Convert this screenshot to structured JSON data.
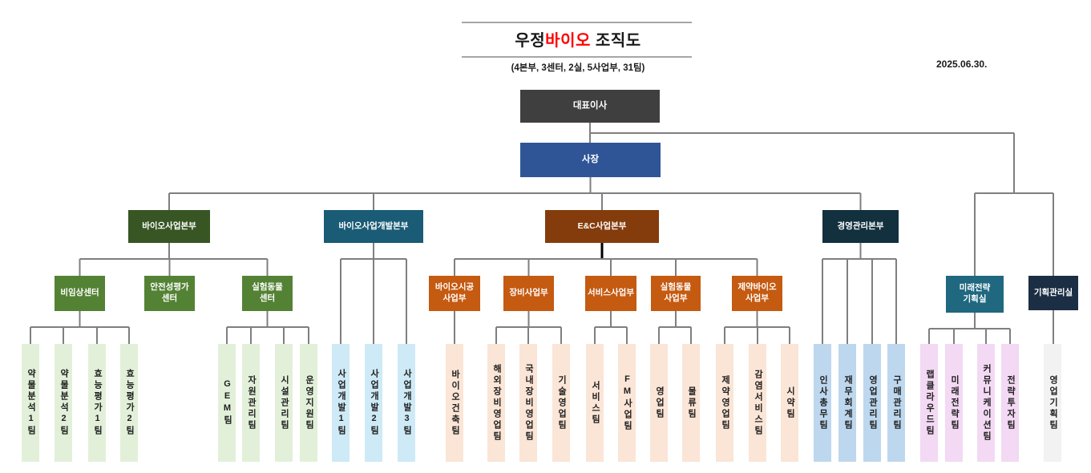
{
  "header": {
    "title_pre": "우정",
    "title_accent": "바이오",
    "title_post": " 조직도",
    "subtitle": "(4본부, 3센터, 2실, 5사업부, 31팀)",
    "date": "2025.06.30."
  },
  "palette": {
    "accent_red": "#FF0000",
    "rule_gray": "#A6A6A6",
    "connector_gray": "#7F7F7F",
    "connector_black": "#000000",
    "roles": {
      "root": {
        "bg": "#3F3F3F",
        "fg": "#FFFFFF"
      },
      "president": {
        "bg": "#2F5597",
        "fg": "#FFFFFF"
      },
      "div-green": {
        "bg": "#375623",
        "fg": "#FFFFFF"
      },
      "div-teal": {
        "bg": "#1A5B75",
        "fg": "#FFFFFF"
      },
      "div-rust": {
        "bg": "#843C0C",
        "fg": "#FFFFFF"
      },
      "div-navy": {
        "bg": "#12303E",
        "fg": "#FFFFFF"
      },
      "center-green": {
        "bg": "#548235",
        "fg": "#FFFFFF"
      },
      "biz-orange": {
        "bg": "#C55A11",
        "fg": "#FFFFFF"
      },
      "office-teal": {
        "bg": "#1F6880",
        "fg": "#FFFFFF"
      },
      "office-navy": {
        "bg": "#1B2E44",
        "fg": "#FFFFFF"
      },
      "team-green": {
        "bg": "#E2F0D9",
        "fg": "#1F1F1F"
      },
      "team-cyan": {
        "bg": "#CDEAF6",
        "fg": "#1F1F1F"
      },
      "team-peach": {
        "bg": "#FBE5D6",
        "fg": "#1F1F1F"
      },
      "team-blue": {
        "bg": "#BDD7EE",
        "fg": "#1F1F1F"
      },
      "team-pink": {
        "bg": "#F3D9F3",
        "fg": "#1F1F1F"
      },
      "team-gray": {
        "bg": "#F2F2F2",
        "fg": "#1F1F1F"
      }
    }
  },
  "org": {
    "nodes": {
      "ceo": {
        "label": "대표이사",
        "role": "root",
        "children": [
          "pres",
          "o_future",
          "o_plan"
        ]
      },
      "pres": {
        "label": "사장",
        "role": "president",
        "children": [
          "d_bio",
          "d_biodev",
          "d_enc",
          "d_mgmt"
        ]
      },
      "d_bio": {
        "label": "바이오사업본부",
        "role": "div-green",
        "children": [
          "c_nonclin",
          "c_safety",
          "c_animal"
        ]
      },
      "d_biodev": {
        "label": "바이오사업개발본부",
        "role": "div-teal",
        "children": [
          "t9",
          "t10",
          "t11"
        ]
      },
      "d_enc": {
        "label": "E&C사업본부",
        "role": "div-rust",
        "children": [
          "b_bioconst",
          "b_equip",
          "b_service",
          "b_labanimal",
          "b_pharmabio"
        ]
      },
      "d_mgmt": {
        "label": "경영관리본부",
        "role": "div-navy",
        "children": [
          "t23",
          "t24",
          "t25",
          "t26"
        ]
      },
      "c_nonclin": {
        "label": "비임상센터",
        "role": "center-green",
        "children": [
          "t1",
          "t2",
          "t3",
          "t4"
        ]
      },
      "c_safety": {
        "label": "안전성평가\n센터",
        "role": "center-green",
        "children": []
      },
      "c_animal": {
        "label": "실험동물\n센터",
        "role": "center-green",
        "children": [
          "t5",
          "t6",
          "t7",
          "t8"
        ]
      },
      "b_bioconst": {
        "label": "바이오시공\n사업부",
        "role": "biz-orange",
        "children": [
          "t12"
        ]
      },
      "b_equip": {
        "label": "장비사업부",
        "role": "biz-orange",
        "children": [
          "t13",
          "t14",
          "t15"
        ]
      },
      "b_service": {
        "label": "서비스사업부",
        "role": "biz-orange",
        "children": [
          "t16",
          "t17"
        ]
      },
      "b_labanimal": {
        "label": "실험동물\n사업부",
        "role": "biz-orange",
        "children": [
          "t18",
          "t19"
        ]
      },
      "b_pharmabio": {
        "label": "제약바이오\n사업부",
        "role": "biz-orange",
        "children": [
          "t20",
          "t21",
          "t22"
        ]
      },
      "o_future": {
        "label": "미래전략\n기획실",
        "role": "office-teal",
        "children": [
          "t27",
          "t28",
          "t29",
          "t30"
        ]
      },
      "o_plan": {
        "label": "기획관리실",
        "role": "office-navy",
        "children": [
          "t31"
        ]
      },
      "t1": {
        "label": "약물분석1팀",
        "role": "team-green"
      },
      "t2": {
        "label": "약물분석2팀",
        "role": "team-green"
      },
      "t3": {
        "label": "효능평가1팀",
        "role": "team-green"
      },
      "t4": {
        "label": "효능평가2팀",
        "role": "team-green"
      },
      "t5": {
        "label": "GEM팀",
        "role": "team-green"
      },
      "t6": {
        "label": "자원관리팀",
        "role": "team-green"
      },
      "t7": {
        "label": "시설관리팀",
        "role": "team-green"
      },
      "t8": {
        "label": "운영지원팀",
        "role": "team-green"
      },
      "t9": {
        "label": "사업개발1팀",
        "role": "team-cyan"
      },
      "t10": {
        "label": "사업개발2팀",
        "role": "team-cyan"
      },
      "t11": {
        "label": "사업개발3팀",
        "role": "team-cyan"
      },
      "t12": {
        "label": "바이오건축팀",
        "role": "team-peach"
      },
      "t13": {
        "label": "해외장비영업팀",
        "role": "team-peach"
      },
      "t14": {
        "label": "국내장비영업팀",
        "role": "team-peach"
      },
      "t15": {
        "label": "기술영업팀",
        "role": "team-peach"
      },
      "t16": {
        "label": "서비스팀",
        "role": "team-peach"
      },
      "t17": {
        "label": "FM사업팀",
        "role": "team-peach"
      },
      "t18": {
        "label": "영업팀",
        "role": "team-peach"
      },
      "t19": {
        "label": "물류팀",
        "role": "team-peach"
      },
      "t20": {
        "label": "제약영업팀",
        "role": "team-peach"
      },
      "t21": {
        "label": "감염서비스팀",
        "role": "team-peach"
      },
      "t22": {
        "label": "시약팀",
        "role": "team-peach"
      },
      "t23": {
        "label": "인사총무팀",
        "role": "team-blue"
      },
      "t24": {
        "label": "재무회계팀",
        "role": "team-blue"
      },
      "t25": {
        "label": "영업관리팀",
        "role": "team-blue"
      },
      "t26": {
        "label": "구매관리팀",
        "role": "team-blue"
      },
      "t27": {
        "label": "랩클라우드팀",
        "role": "team-pink"
      },
      "t28": {
        "label": "미래전략팀",
        "role": "team-pink"
      },
      "t29": {
        "label": "커뮤니케이션팀",
        "role": "team-pink"
      },
      "t30": {
        "label": "전략투자팀",
        "role": "team-pink"
      },
      "t31": {
        "label": "영업기획팀",
        "role": "team-gray"
      }
    }
  }
}
